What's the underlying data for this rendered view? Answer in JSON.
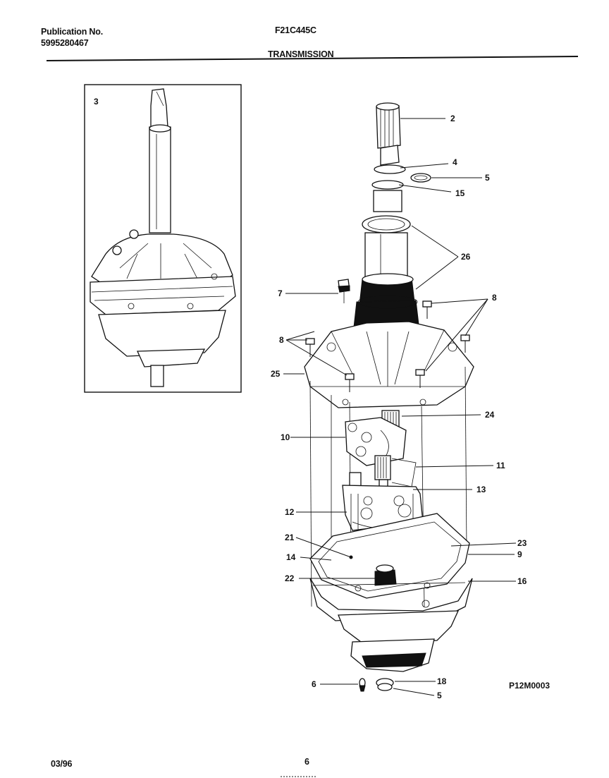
{
  "header": {
    "publication_label": "Publication No.",
    "publication_number": "5995280467",
    "model": "F21C445C",
    "section_title": "TRANSMISSION"
  },
  "footer": {
    "date": "03/96",
    "page": "6"
  },
  "diagram": {
    "inset_label": "3",
    "figure_code": "P12M0003",
    "callouts": {
      "c2": "2",
      "c4": "4",
      "c5a": "5",
      "c15": "15",
      "c26": "26",
      "c7": "7",
      "c8a": "8",
      "c8b": "8",
      "c25": "25",
      "c24": "24",
      "c10": "10",
      "c11": "11",
      "c13": "13",
      "c12": "12",
      "c21": "21",
      "c23": "23",
      "c14": "14",
      "c9": "9",
      "c22": "22",
      "c16": "16",
      "c6": "6",
      "c18": "18",
      "c5b": "5"
    }
  }
}
